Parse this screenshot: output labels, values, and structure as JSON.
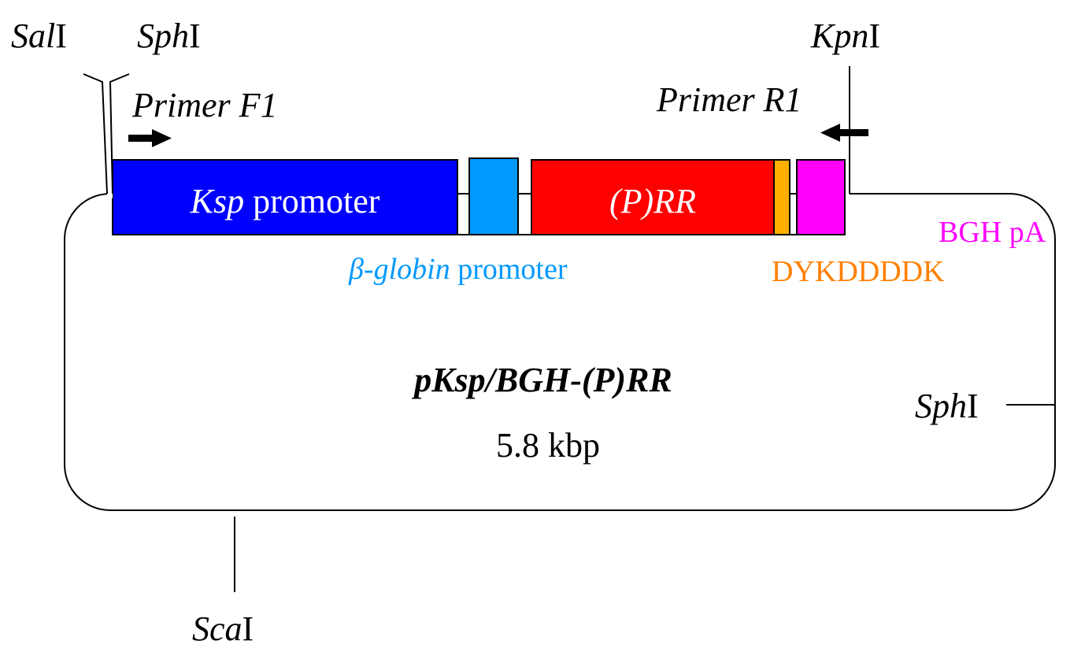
{
  "plasmid": {
    "name": "pKsp/BGH-(P)RR",
    "size": "5.8 kbp"
  },
  "restriction_sites": {
    "sal": {
      "italic": "Sal",
      "suffix": "I"
    },
    "sph_left": {
      "italic": "Sph",
      "suffix": "I"
    },
    "kpn": {
      "italic": "Kpn",
      "suffix": "I"
    },
    "sph_right": {
      "italic": "Sph",
      "suffix": "I"
    },
    "sca": {
      "italic": "Sca",
      "suffix": "I"
    }
  },
  "primers": {
    "forward": "Primer F1",
    "reverse": "Primer R1"
  },
  "elements": {
    "ksp": {
      "italic": "Ksp",
      "rest": " promoter",
      "color": "#0000ff",
      "text_color": "#ffffff"
    },
    "beta_globin": {
      "italic": "β-globin",
      "rest": " promoter",
      "color": "#0099ff"
    },
    "prr": {
      "label": "(P)RR",
      "color": "#ff0000",
      "text_color": "#ffffff"
    },
    "flag": {
      "label": "DYKDDDDK",
      "color": "#ff8000",
      "box_color": "#ffb000"
    },
    "bgh": {
      "label": "BGH pA",
      "color": "#ff00ff"
    }
  }
}
